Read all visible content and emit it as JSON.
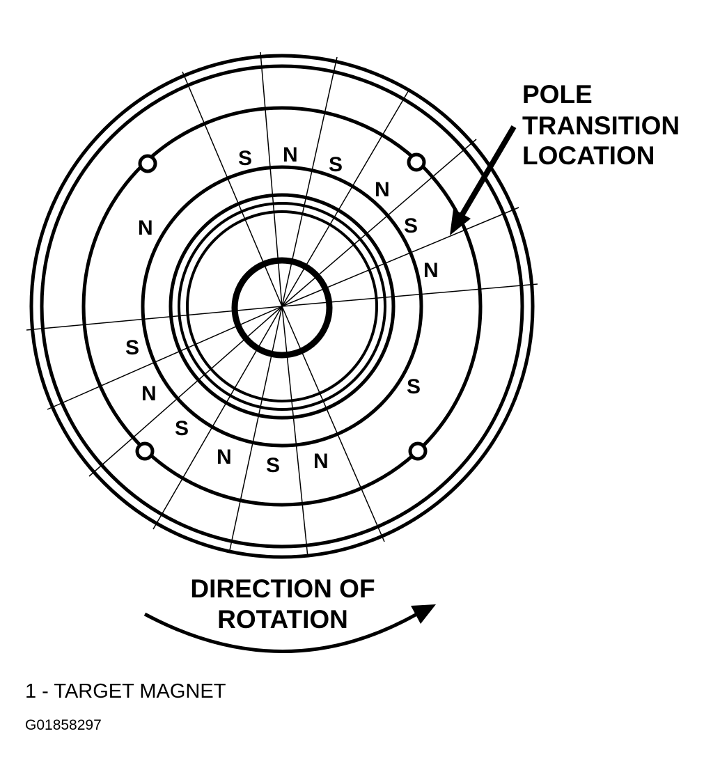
{
  "diagram": {
    "callout": {
      "line1": "POLE",
      "line2": "TRANSITION",
      "line3": "LOCATION"
    },
    "rotation_label": {
      "line1": "DIRECTION OF",
      "line2": "ROTATION"
    },
    "poles": {
      "upper": [
        "S",
        "N",
        "S",
        "N",
        "S",
        "N"
      ],
      "upper_left": "N",
      "lower_left": [
        "S",
        "N",
        "S",
        "N",
        "S",
        "N"
      ],
      "lower_right": "S"
    },
    "hole_marks": [
      "O",
      "O",
      "O",
      "O"
    ]
  },
  "caption": "1 - TARGET MAGNET",
  "figure_id": "G01858297"
}
